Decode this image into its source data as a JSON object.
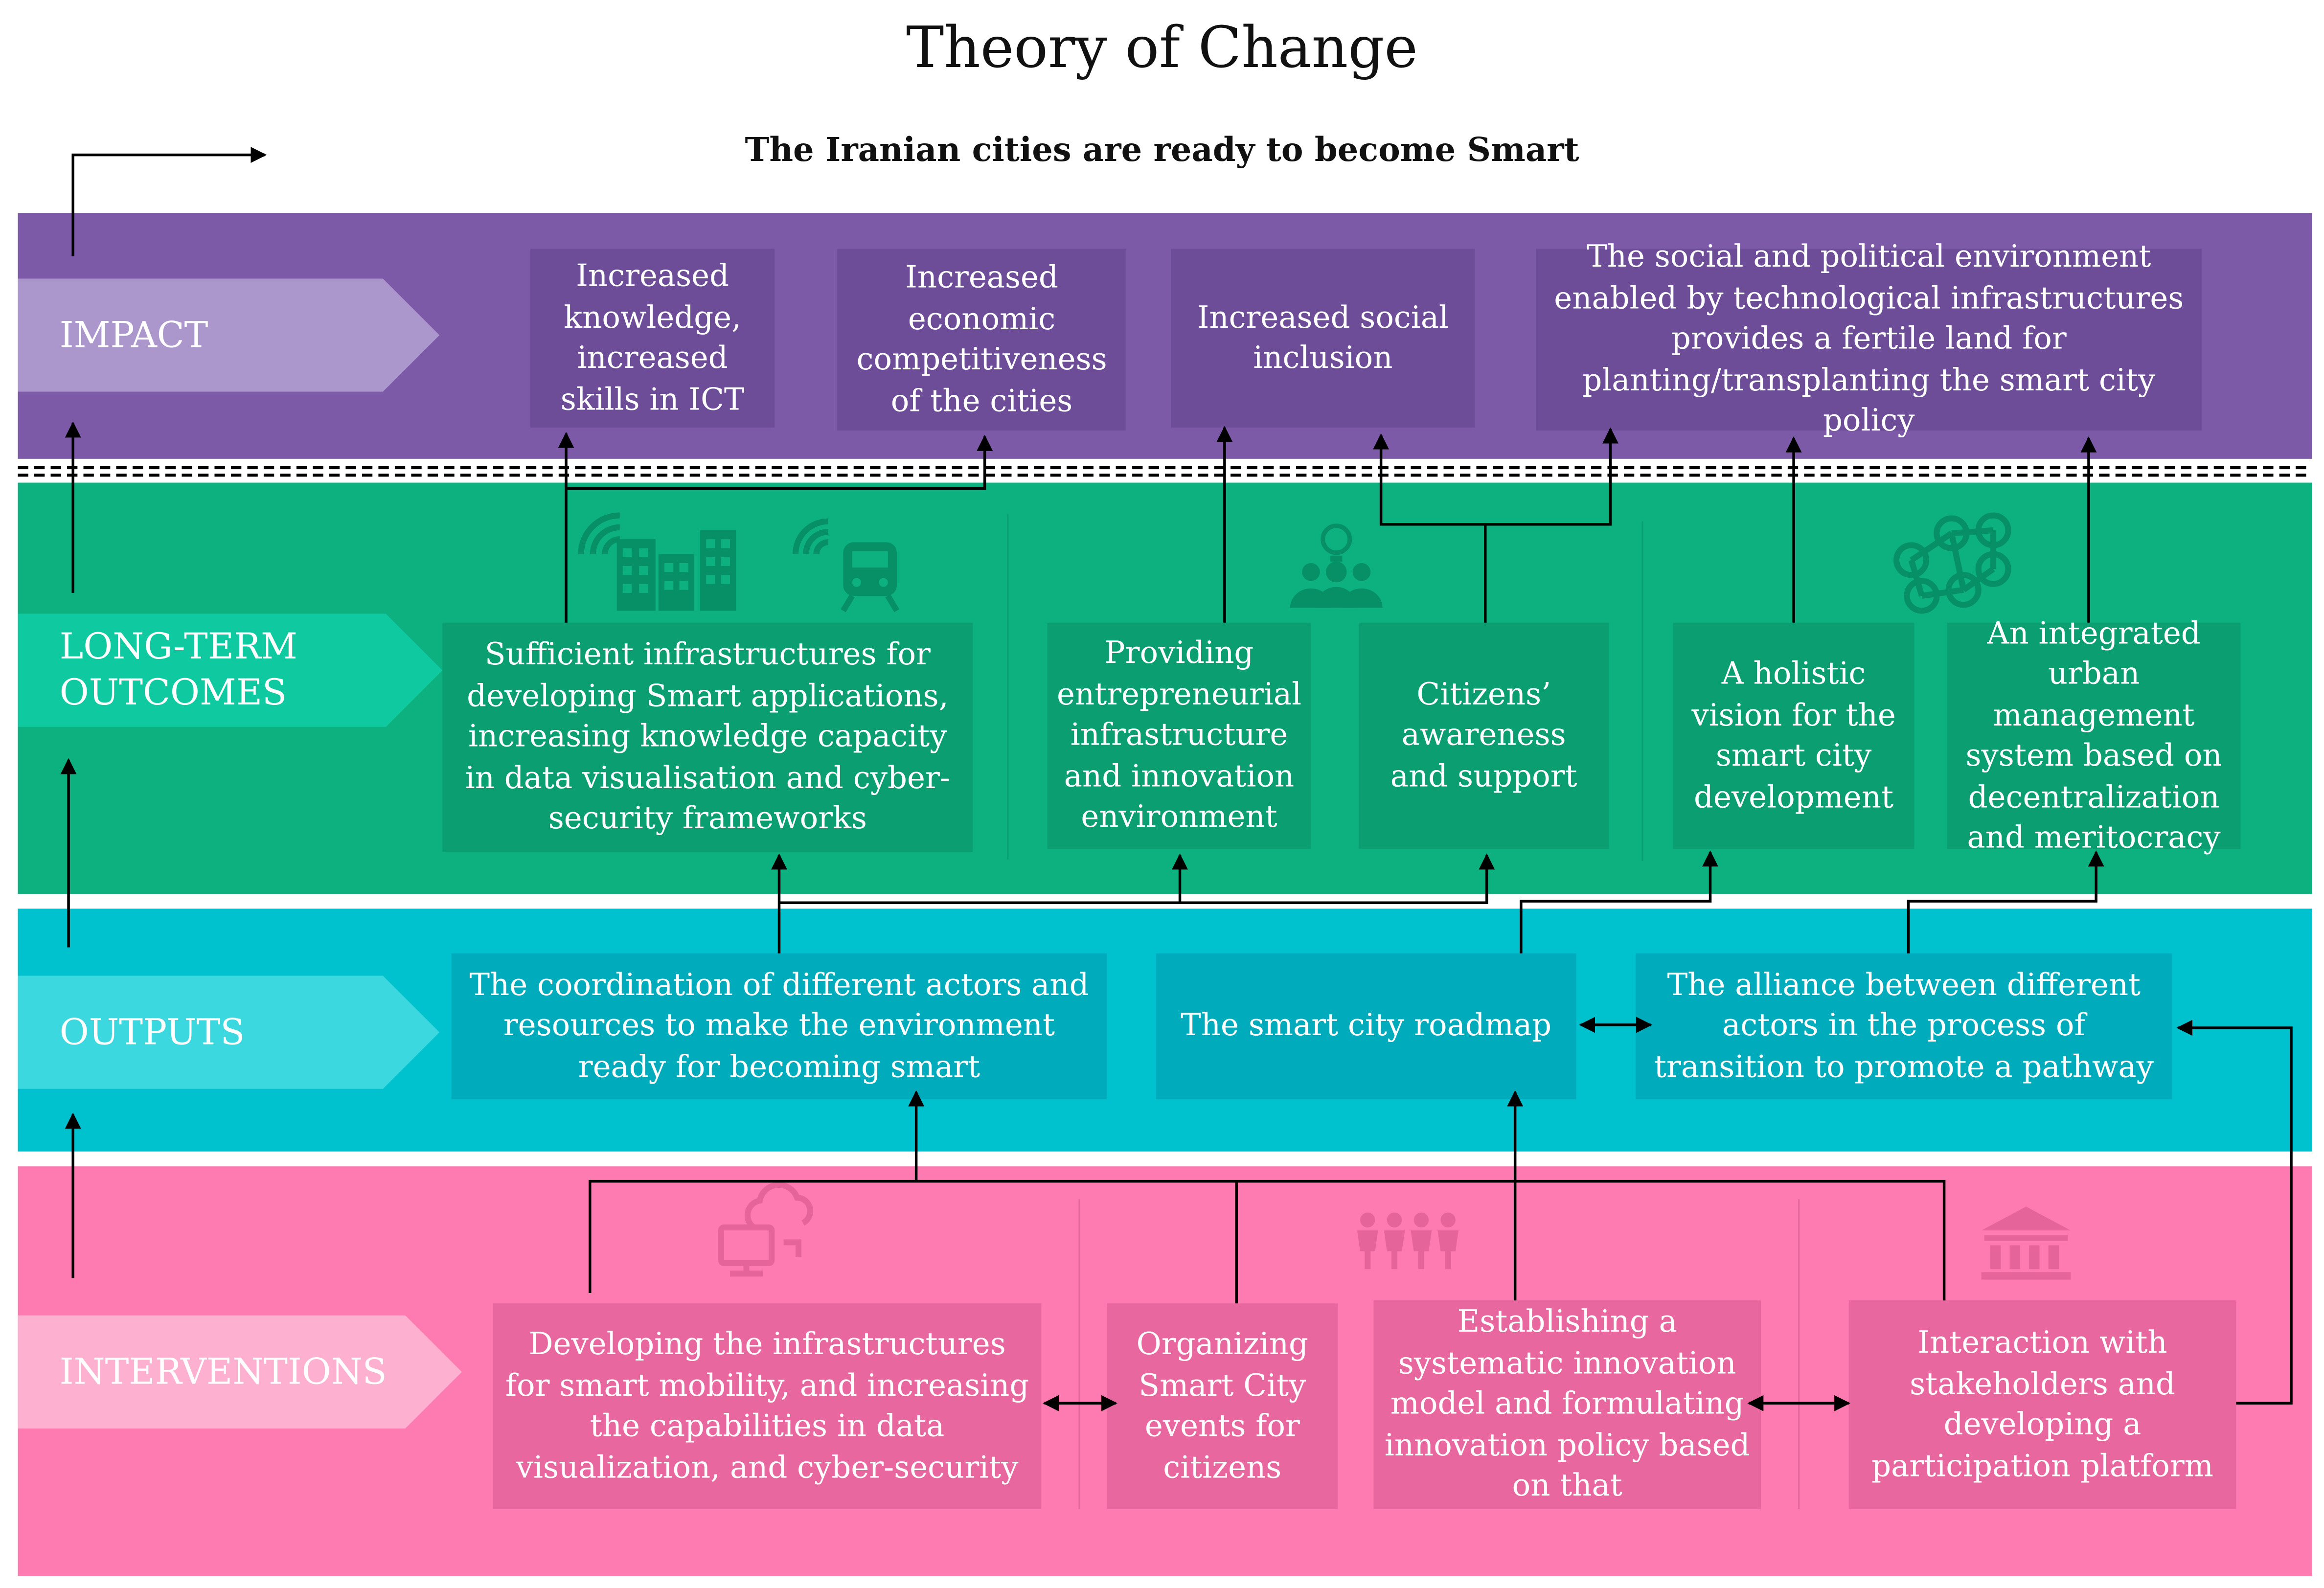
{
  "title": "Theory of Change",
  "goal": "The Iranian cities are ready to become Smart",
  "colors": {
    "impact_band": "#7d5aa8",
    "impact_box": "#6d4d98",
    "impact_chevron": "#ab97cc",
    "outcomes_band": "#0db17f",
    "outcomes_box": "#0a9e71",
    "outcomes_chevron": "#0fcaa0",
    "outputs_band": "#00c2cf",
    "outputs_box": "#00abbb",
    "outputs_chevron": "#3bd9df",
    "interventions_band": "#fd7bb1",
    "interventions_box": "#e9679f",
    "interventions_chevron": "#fdb0cf"
  },
  "levels": {
    "impact": "IMPACT",
    "outcomes": "LONG-TERM OUTCOMES",
    "outputs": "OUTPUTS",
    "interventions": "INTERVENTIONS"
  },
  "impact": [
    "Increased knowledge, increased skills in ICT",
    "Increased economic competitiveness of the cities",
    "Increased social inclusion",
    "The social and political environment enabled by technological infrastructures provides a fertile land for planting/transplanting the smart city policy"
  ],
  "outcomes": [
    "Sufficient infrastructures for developing Smart applications, increasing knowledge capacity in data visualisation and cyber-security frameworks",
    "Providing entrepreneurial infrastructure and innovation environment",
    "Citizens’ awareness and support",
    "A holistic vision for the smart city development",
    "An integrated urban management system based on decentralization and meritocracy"
  ],
  "outputs": [
    "The coordination of different actors and resources to make the environment ready for becoming smart",
    "The smart city roadmap",
    "The alliance between different actors in the process of transition to promote a pathway"
  ],
  "interventions": [
    "Developing the infrastructures for smart mobility, and increasing the capabilities in data visualization, and cyber-security",
    "Organizing Smart City events for citizens",
    "Establishing a systematic innovation model and formulating innovation policy based on that",
    "Interaction with stakeholders and developing a participation platform"
  ],
  "icons": [
    "wifi-buildings-icon",
    "wifi-train-icon",
    "people-idea-icon",
    "network-people-icon",
    "cloud-computer-icon",
    "group-people-icon",
    "government-building-icon"
  ]
}
